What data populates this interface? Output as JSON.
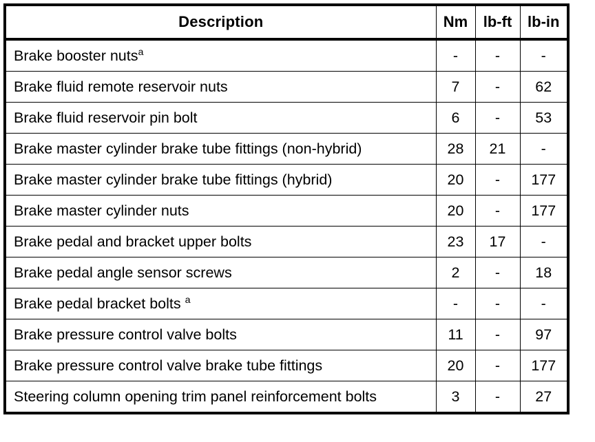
{
  "table": {
    "columns": [
      {
        "key": "description",
        "label": "Description",
        "align": "left"
      },
      {
        "key": "nm",
        "label": "Nm",
        "align": "center"
      },
      {
        "key": "lbft",
        "label": "lb-ft",
        "align": "center"
      },
      {
        "key": "lbin",
        "label": "lb-in",
        "align": "center"
      }
    ],
    "rows": [
      {
        "description": "Brake booster nuts",
        "footnote": "a",
        "footnote_spaced": false,
        "nm": "-",
        "lbft": "-",
        "lbin": "-"
      },
      {
        "description": "Brake fluid remote reservoir nuts",
        "footnote": "",
        "footnote_spaced": false,
        "nm": "7",
        "lbft": "-",
        "lbin": "62"
      },
      {
        "description": "Brake fluid reservoir pin bolt",
        "footnote": "",
        "footnote_spaced": false,
        "nm": "6",
        "lbft": "-",
        "lbin": "53"
      },
      {
        "description": "Brake master cylinder brake tube fittings (non-hybrid)",
        "footnote": "",
        "footnote_spaced": false,
        "nm": "28",
        "lbft": "21",
        "lbin": "-"
      },
      {
        "description": "Brake master cylinder brake tube fittings (hybrid)",
        "footnote": "",
        "footnote_spaced": false,
        "nm": "20",
        "lbft": "-",
        "lbin": "177"
      },
      {
        "description": "Brake master cylinder nuts",
        "footnote": "",
        "footnote_spaced": false,
        "nm": "20",
        "lbft": "-",
        "lbin": "177"
      },
      {
        "description": "Brake pedal and bracket upper bolts",
        "footnote": "",
        "footnote_spaced": false,
        "nm": "23",
        "lbft": "17",
        "lbin": "-"
      },
      {
        "description": "Brake pedal angle sensor screws",
        "footnote": "",
        "footnote_spaced": false,
        "nm": "2",
        "lbft": "-",
        "lbin": "18"
      },
      {
        "description": "Brake pedal bracket bolts",
        "footnote": "a",
        "footnote_spaced": true,
        "nm": "-",
        "lbft": "-",
        "lbin": "-"
      },
      {
        "description": "Brake pressure control valve bolts",
        "footnote": "",
        "footnote_spaced": false,
        "nm": "11",
        "lbft": "-",
        "lbin": "97"
      },
      {
        "description": "Brake pressure control valve brake tube fittings",
        "footnote": "",
        "footnote_spaced": false,
        "nm": "20",
        "lbft": "-",
        "lbin": "177"
      },
      {
        "description": "Steering column opening trim panel reinforcement bolts",
        "footnote": "",
        "footnote_spaced": false,
        "nm": "3",
        "lbft": "-",
        "lbin": "27"
      }
    ]
  },
  "colors": {
    "border": "#000000",
    "text": "#000000",
    "background": "#ffffff"
  }
}
